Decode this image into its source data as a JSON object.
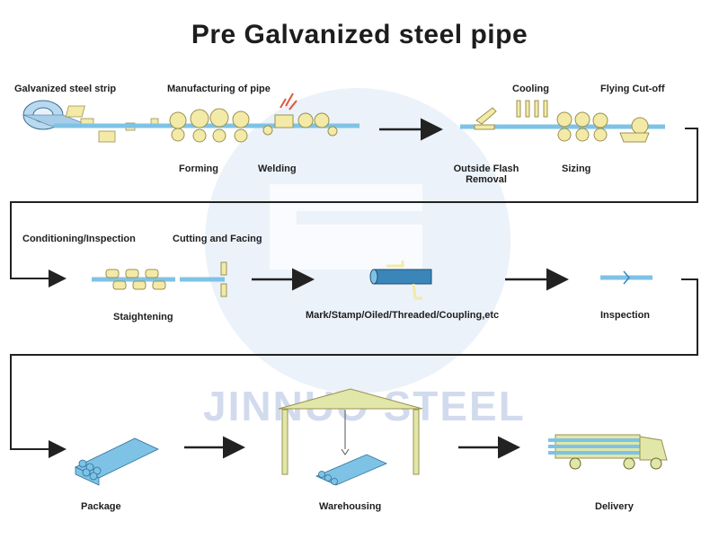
{
  "title": "Pre Galvanized steel pipe",
  "watermark": "JINNUO STEEL",
  "colors": {
    "pipe": "#7ec3e6",
    "pipe_dark": "#3a86b8",
    "roller": "#f3eaa8",
    "roller_stroke": "#9b9150",
    "line": "#222222",
    "shed": "#e0e7a8"
  },
  "row1": {
    "galvanized_strip": "Galvanized steel strip",
    "manufacturing": "Manufacturing of pipe",
    "forming": "Forming",
    "welding": "Welding",
    "cooling": "Cooling",
    "flying_cutoff": "Flying  Cut-off",
    "outside_flash_1": "Outside Flash",
    "outside_flash_2": "Removal",
    "sizing": "Sizing"
  },
  "row2": {
    "conditioning": "Conditioning/Inspection",
    "cutting_facing": "Cutting and Facing",
    "straightening": "Staightening",
    "mark_stamp": "Mark/Stamp/Oiled/Threaded/Coupling,etc",
    "inspection": "Inspection"
  },
  "row3": {
    "package": "Package",
    "warehousing": "Warehousing",
    "delivery": "Delivery"
  }
}
